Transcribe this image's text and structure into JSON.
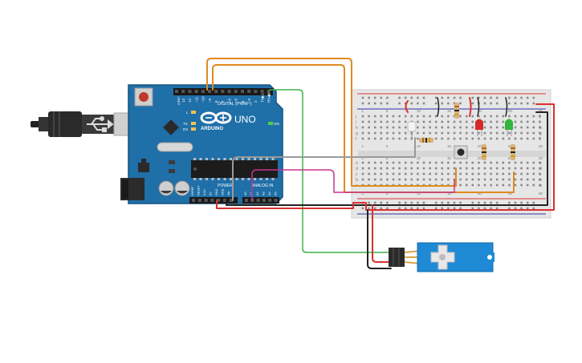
{
  "arduino": {
    "brand": "ARDUINO",
    "model": "UNO",
    "digital_label": "DIGITAL (PWM~)",
    "power_label": "POWER",
    "analog_label": "ANALOG IN",
    "on_label": "ON",
    "tx_label": "TX",
    "rx_label": "RX",
    "l_label": "L",
    "aref_label": "AREF",
    "gnd_label": "GND",
    "digital_pins": [
      "13",
      "12",
      "~11",
      "~10",
      "~9",
      "8",
      "7",
      "~6",
      "~5",
      "4",
      "~3",
      "2",
      "TX▶1",
      "RX◀0"
    ],
    "power_pins": [
      "IOREF",
      "RESET",
      "3.3V",
      "5V",
      "GND",
      "GND",
      "Vin"
    ],
    "analog_pins": [
      "A0",
      "A1",
      "A2",
      "A3",
      "A4",
      "A5"
    ]
  },
  "breadboard": {
    "row_letters_top": [
      "j",
      "i",
      "h",
      "g",
      "f"
    ],
    "row_letters_bottom": [
      "e",
      "d",
      "c",
      "b",
      "a"
    ],
    "column_numbers": [
      "1",
      "5",
      "10",
      "15",
      "20",
      "25",
      "30"
    ]
  },
  "colors": {
    "board_blue": "#1f6fa8",
    "wire_orange": "#e08a1e",
    "wire_green": "#3db24a",
    "wire_gray": "#9a9a9a",
    "wire_magenta": "#c8348f",
    "wire_black": "#222222",
    "wire_red": "#d93030",
    "led_red": "#d42a2a",
    "led_green": "#32b53a",
    "servo_blue": "#1e8ad6"
  }
}
